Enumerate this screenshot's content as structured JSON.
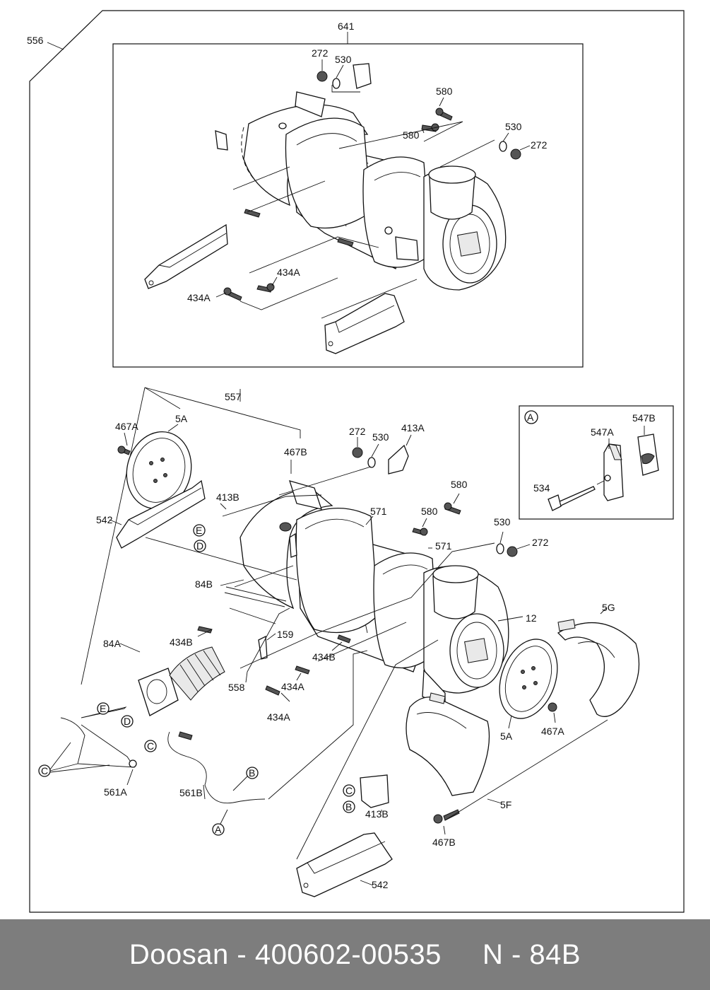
{
  "labels": {
    "l556": "556",
    "l641": "641",
    "l272a": "272",
    "l530a": "530",
    "l580a": "580",
    "l580b": "580",
    "l530b": "530",
    "l272b": "272",
    "l434a1": "434A",
    "l434a2": "434A",
    "l557": "557",
    "l467a1": "467A",
    "l5a1": "5A",
    "l542a": "542",
    "l413b1": "413B",
    "l467b1": "467B",
    "l272c": "272",
    "l530c": "530",
    "l413a": "413A",
    "l580c": "580",
    "l580d": "580",
    "l571a": "571",
    "l571b": "571",
    "l530d": "530",
    "l272d": "272",
    "l84b": "84B",
    "l434b1": "434B",
    "l159": "159",
    "l434b2": "434B",
    "l84a": "84A",
    "l558": "558",
    "l434a3": "434A",
    "l434a4": "434A",
    "l12": "12",
    "l5g": "5G",
    "l5a2": "5A",
    "l467a2": "467A",
    "l561a": "561A",
    "l561b": "561B",
    "l413b2": "413B",
    "l5f": "5F",
    "l467b2": "467B",
    "l542b": "542",
    "l547a": "547A",
    "l547b": "547B",
    "l534": "534"
  },
  "callouts": {
    "detail": "A",
    "e1": "E",
    "d1": "D",
    "e2": "E",
    "d2": "D",
    "c1": "C",
    "c2": "C",
    "b1": "B",
    "a1": "A",
    "c3": "C",
    "b2": "B"
  },
  "footer": {
    "brand": "Doosan",
    "part_number": "400602-00535",
    "ref": "N - 84B"
  }
}
